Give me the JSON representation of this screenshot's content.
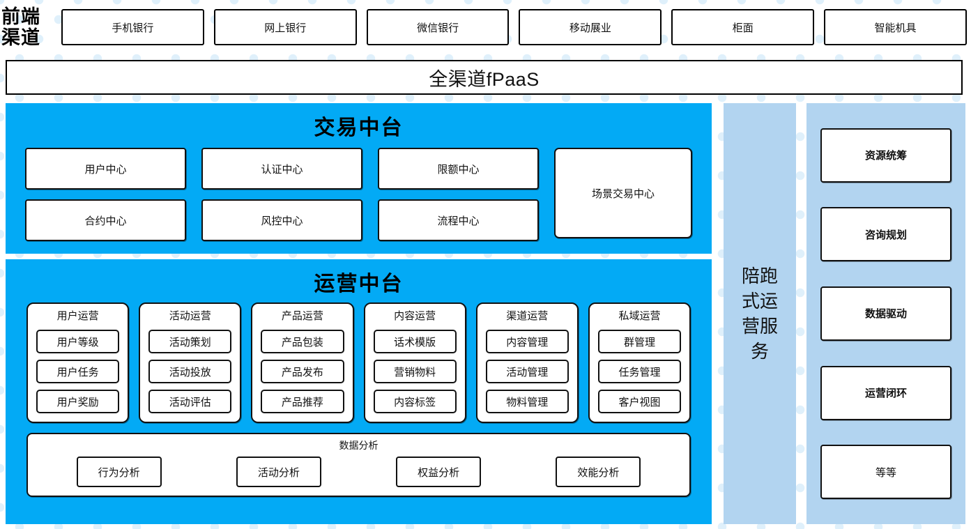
{
  "front_channel": {
    "label": "前端\n渠道",
    "label_line1": "前端",
    "label_line2": "渠道",
    "channels": [
      {
        "name": "手机银行"
      },
      {
        "name": "网上银行"
      },
      {
        "name": "微信银行"
      },
      {
        "name": "移动展业"
      },
      {
        "name": "柜面"
      },
      {
        "name": "智能机具"
      }
    ]
  },
  "fpaas": {
    "title": "全渠道fPaaS"
  },
  "trade_platform": {
    "title": "交易中台",
    "columns": [
      [
        "用户中心",
        "合约中心"
      ],
      [
        "认证中心",
        "风控中心"
      ],
      [
        "限额中心",
        "流程中心"
      ]
    ],
    "wide_box": "场景交易中心"
  },
  "ops_platform": {
    "title": "运营中台",
    "groups": [
      {
        "title": "用户运营",
        "items": [
          "用户等级",
          "用户任务",
          "用户奖励"
        ]
      },
      {
        "title": "活动运营",
        "items": [
          "活动策划",
          "活动投放",
          "活动评估"
        ]
      },
      {
        "title": "产品运营",
        "items": [
          "产品包装",
          "产品发布",
          "产品推荐"
        ]
      },
      {
        "title": "内容运营",
        "items": [
          "话术模版",
          "营销物料",
          "内容标签"
        ]
      },
      {
        "title": "渠道运营",
        "items": [
          "内容管理",
          "活动管理",
          "物料管理"
        ]
      },
      {
        "title": "私域运营",
        "items": [
          "群管理",
          "任务管理",
          "客户视图"
        ]
      }
    ],
    "analysis": {
      "title": "数据分析",
      "items": [
        "行为分析",
        "活动分析",
        "权益分析",
        "效能分析"
      ]
    }
  },
  "service_column": {
    "text": "陪跑式运营服务"
  },
  "capability_column": {
    "items": [
      {
        "label": "资源统筹",
        "bold": true
      },
      {
        "label": "咨询规划",
        "bold": true
      },
      {
        "label": "数据驱动",
        "bold": true
      },
      {
        "label": "运营闭环",
        "bold": true
      },
      {
        "label": "等等",
        "bold": false
      }
    ]
  },
  "colors": {
    "cyan_panel": "#03aaf5",
    "light_blue_column": "#b2d4f0",
    "background_dot": "#dff0fb",
    "border": "#111111",
    "page_background": "#ffffff"
  }
}
